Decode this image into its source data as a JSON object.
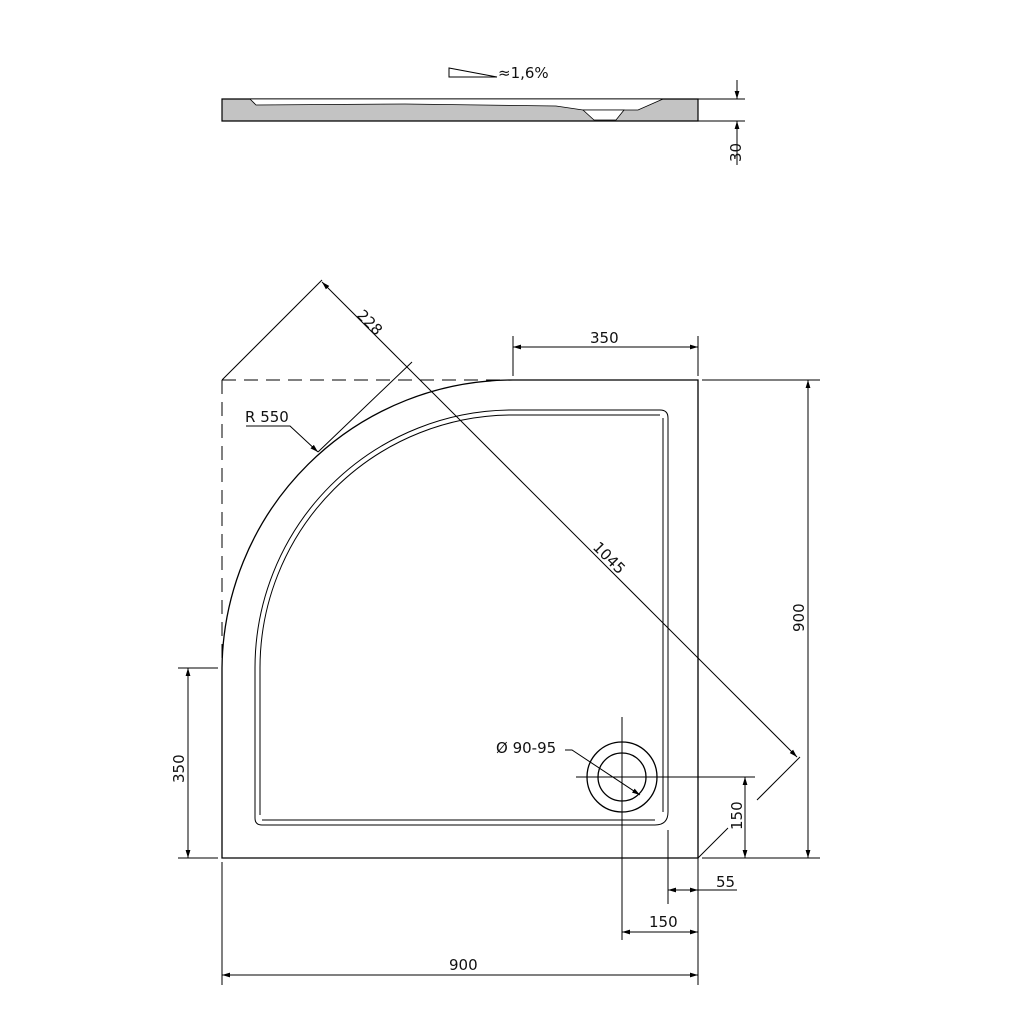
{
  "side_view": {
    "slope_label": "≈1,6%",
    "height_label": "30",
    "fill_color": "#c3c3c3"
  },
  "plan": {
    "radius_label": "R 550",
    "offset_label": "228",
    "diagonal_label": "1045",
    "top_straight_label": "350",
    "left_straight_label": "350",
    "width_label": "900",
    "depth_label": "900",
    "drain_diameter_label": "Ø 90-95",
    "drain_y_label": "150",
    "drain_x_label": "150",
    "rim_label": "55"
  }
}
